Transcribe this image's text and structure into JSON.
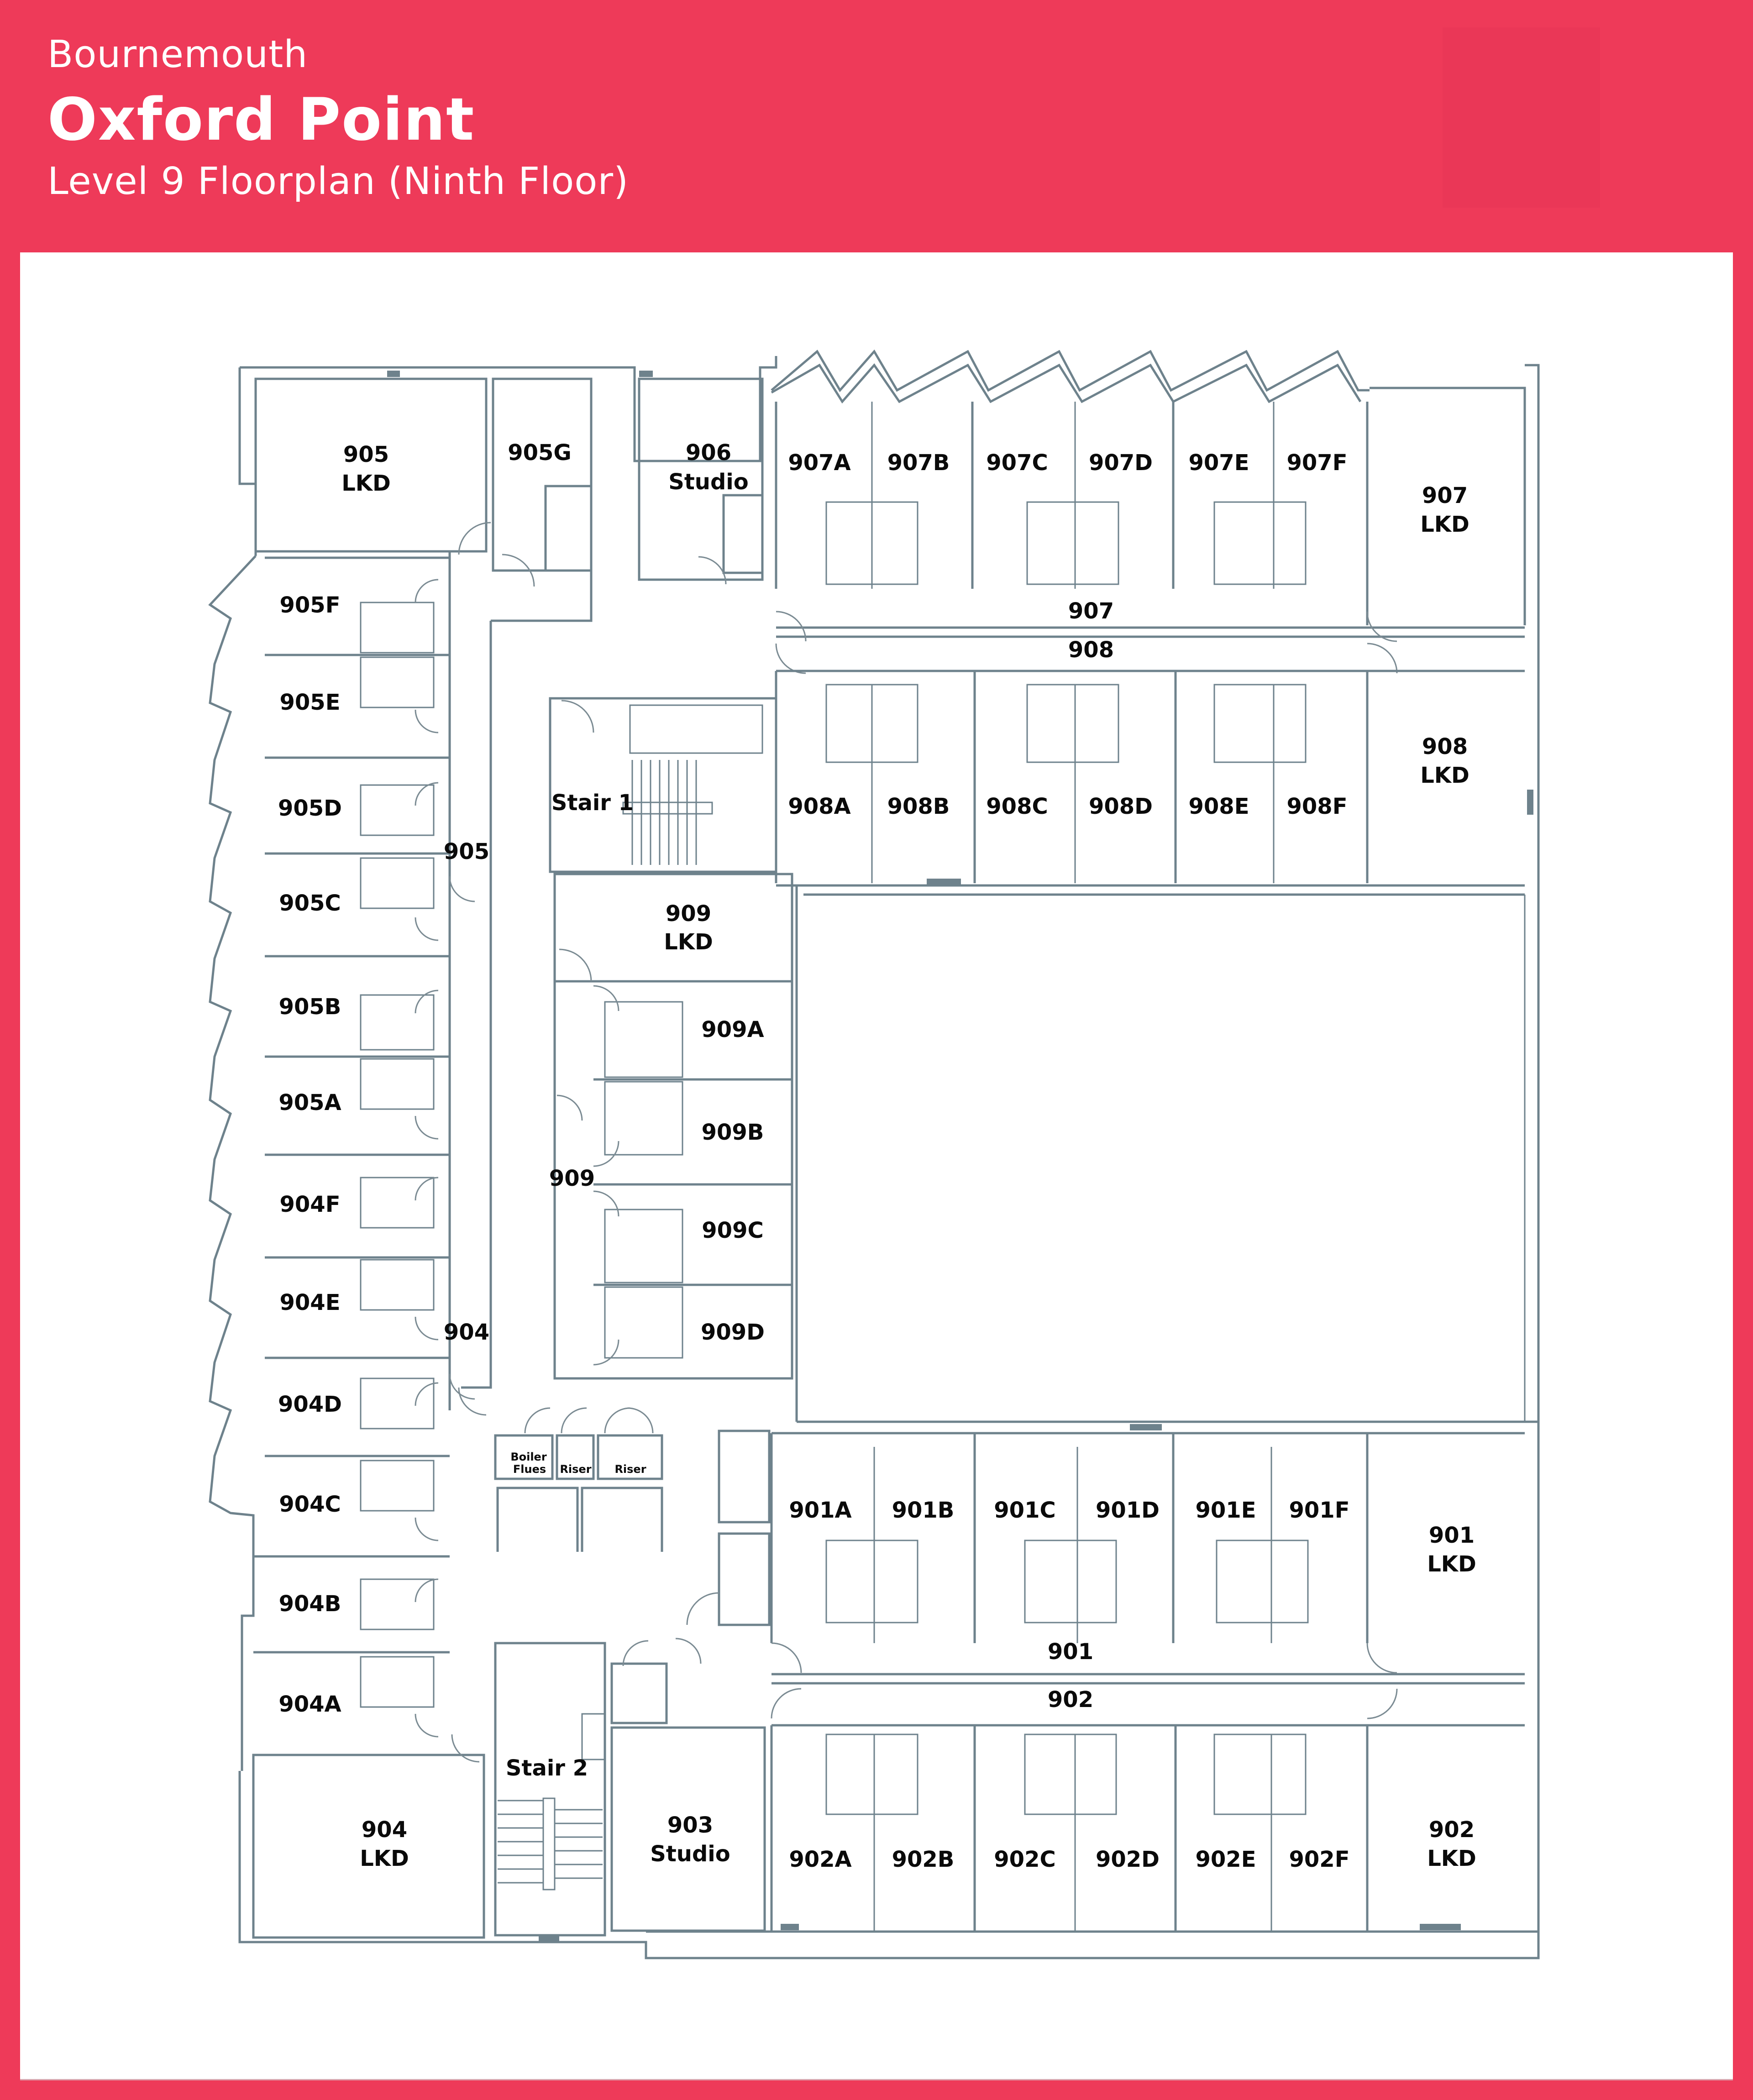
{
  "header": {
    "city": "Bournemouth",
    "building": "Oxford Point",
    "floor_title": "Level 9 Floorplan (Ninth Floor)"
  },
  "colors": {
    "brand_red": "#ee3a59",
    "panel_bg": "#ffffff",
    "wall": "#6e828c",
    "label": "#0a0a0a"
  },
  "floorplan": {
    "level": "9",
    "rooms": {
      "r905lkd": {
        "num": "905",
        "type": "LKD"
      },
      "r905g": {
        "num": "905G"
      },
      "r906": {
        "num": "906",
        "type": "Studio"
      },
      "r907a": {
        "num": "907A"
      },
      "r907b": {
        "num": "907B"
      },
      "r907c": {
        "num": "907C"
      },
      "r907d": {
        "num": "907D"
      },
      "r907e": {
        "num": "907E"
      },
      "r907f": {
        "num": "907F"
      },
      "r907lkd": {
        "num": "907",
        "type": "LKD"
      },
      "r908a": {
        "num": "908A"
      },
      "r908b": {
        "num": "908B"
      },
      "r908c": {
        "num": "908C"
      },
      "r908d": {
        "num": "908D"
      },
      "r908e": {
        "num": "908E"
      },
      "r908f": {
        "num": "908F"
      },
      "r908lkd": {
        "num": "908",
        "type": "LKD"
      },
      "r905f": {
        "num": "905F"
      },
      "r905e": {
        "num": "905E"
      },
      "r905d": {
        "num": "905D"
      },
      "r905c": {
        "num": "905C"
      },
      "r905b": {
        "num": "905B"
      },
      "r905a": {
        "num": "905A"
      },
      "r904f": {
        "num": "904F"
      },
      "r904e": {
        "num": "904E"
      },
      "r904d": {
        "num": "904D"
      },
      "r904c": {
        "num": "904C"
      },
      "r904b": {
        "num": "904B"
      },
      "r904a": {
        "num": "904A"
      },
      "r904lkd": {
        "num": "904",
        "type": "LKD"
      },
      "r909lkd": {
        "num": "909",
        "type": "LKD"
      },
      "r909a": {
        "num": "909A"
      },
      "r909b": {
        "num": "909B"
      },
      "r909c": {
        "num": "909C"
      },
      "r909d": {
        "num": "909D"
      },
      "r901a": {
        "num": "901A"
      },
      "r901b": {
        "num": "901B"
      },
      "r901c": {
        "num": "901C"
      },
      "r901d": {
        "num": "901D"
      },
      "r901e": {
        "num": "901E"
      },
      "r901f": {
        "num": "901F"
      },
      "r901lkd": {
        "num": "901",
        "type": "LKD"
      },
      "r902a": {
        "num": "902A"
      },
      "r902b": {
        "num": "902B"
      },
      "r902c": {
        "num": "902C"
      },
      "r902d": {
        "num": "902D"
      },
      "r902e": {
        "num": "902E"
      },
      "r902f": {
        "num": "902F"
      },
      "r902lkd": {
        "num": "902",
        "type": "LKD"
      },
      "r903": {
        "num": "903",
        "type": "Studio"
      }
    },
    "corridors": {
      "c907": "907",
      "c908": "908",
      "c905": "905",
      "c904": "904",
      "c909": "909",
      "c901": "901",
      "c902": "902"
    },
    "services": {
      "stair1": "Stair 1",
      "stair2": "Stair 2",
      "boiler_l1": "Boiler",
      "boiler_l2": "Flues",
      "riser1": "Riser",
      "riser2": "Riser"
    }
  }
}
